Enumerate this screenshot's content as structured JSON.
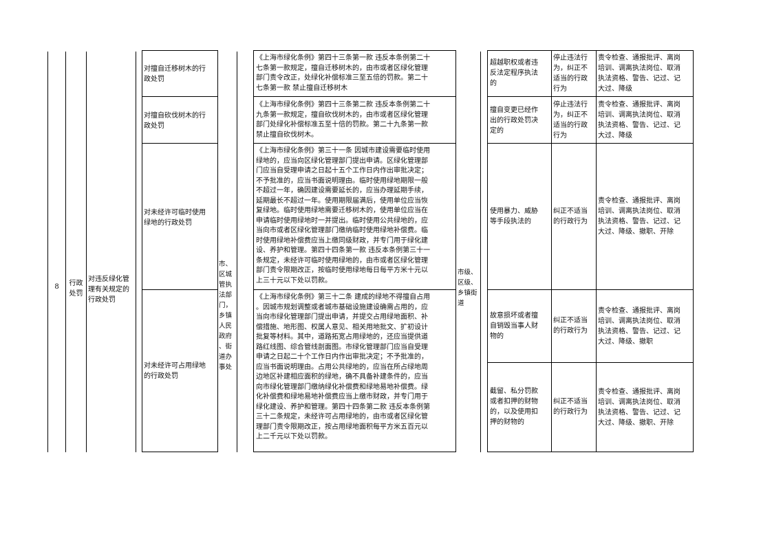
{
  "row": {
    "number": "8",
    "category": "行政\n处罚",
    "item": "对违反绿化管\n理有关规定的\n行政处罚",
    "subject": "市、区城\n管执法部\n门，乡镇\n人民政府\n、街道办\n事处",
    "level": "市级、\n区级、\n乡镇街\n道"
  },
  "sub_items": [
    {
      "name": "对擅自迁移树木的行\n政处罚",
      "basis": "《上海市绿化条例》第四十三条第一款 违反本条例第二十\n七条第一款规定，擅自迁移树木的，由市或者区绿化管理\n部门责令改正，处绿化补偿标准三至五倍的罚款。第二十\n七条第一款 禁止擅自迁移树木"
    },
    {
      "name": "对擅自砍伐树木的行\n政处罚",
      "basis": "《上海市绿化条例》第四十三条第二款 违反本条例第二十\n九条第一款规定，擅自砍伐树木的，由市或者区绿化管理\n部门处绿化补偿标准五至十倍的罚款。第二十九条第一款\n禁止擅自砍伐树木。"
    },
    {
      "name": "对未经许可临时使用\n绿地的行政处罚",
      "basis": "《上海市绿化条例》第三十一条 因城市建设需要临时使用\n绿地的，应当向区绿化管理部门提出申请。区绿化管理部\n门应当自受理申请之日起十五个工作日内作出审批决定；\n不予批准的，应当书面说明理由。临时使用绿地期限一般\n不超过一年，确因建设需要延长的，应当办理延期手续，\n延期最长不超过一年。使用期限届满后，使用单位应当恢\n复绿地。临时使用绿地需要迁移树木的，使用单位应当在\n申请临时使用绿地时一并提出。临时使用公共绿地的，应\n当向市或者区绿化管理部门缴纳临时使用绿地补偿费。临\n时使用绿地补偿费应当上缴同级财政，并专门用于绿化建\n设、养护和管理。第四十四条第一款 违反本条例第三十一\n条规定，未经许可临时使用绿地的，由市或者区绿化管理\n部门责令限期改正，按临时使用绿地每日每平方米十元以\n上三十元以下处以罚款。"
    },
    {
      "name": "对未经许可占用绿地\n的行政处罚",
      "basis": "《上海市绿化条例》第三十二条 建成的绿地不得擅自占用\n。因城市规划调整或者城市基础设施建设确需占用的，应\n当向市绿化管理部门提出申请，并提交占用绿地面积、补\n偿措施、地形图、权属人意见、相关用地批文、扩初设计\n批复等材料。其中，道路拓宽占用绿地的，还应当提供道\n路红线图、综合管线剖面图。市绿化管理部门应当自受理\n申请之日起二十个工作日内作出审批决定；不予批准的，\n应当书面说明理由。占用公共绿地的，应当在所占绿地周\n边地区补建相应面积的绿地，确不具备补建条件的，应当\n向市绿化管理部门缴纳绿化补偿费和绿地易地补偿费。绿\n化补偿费和绿地易地补偿费应当上缴市财政，并专门用于\n绿化建设、养护和管理。第四十四条第二款 违反本条例第\n三十二条规定，未经许可占用绿地的，由市或者区绿化管\n理部门责令限期改正，按占用绿地面积每平方米五百元以\n上二千元以下处以罚款。"
    }
  ],
  "responsibilities": [
    {
      "circumstance": "超越职权或者违\n反法定程序执法\n的",
      "violation": "停止违法行\n为，纠正不\n适当的行政\n行为",
      "sanction": "责令检查、通报批评、离岗\n培训、调离执法岗位、取消\n执法资格、警告、记过、记\n大过、降级"
    },
    {
      "circumstance": "擅自变更已经作\n出的行政处罚决\n定的",
      "violation": "停止违法行\n为，纠正不\n适当的行政\n行为",
      "sanction": "责令检查、通报批评、离岗\n培训、调离执法岗位、取消\n执法资格、警告、记过、记\n大过、降级"
    },
    {
      "circumstance": "使用暴力、威胁\n等手段执法的",
      "violation": "纠正不适当\n的行政行为",
      "sanction": "责令检查、通报批评、离岗\n培训、调离执法岗位、取消\n执法资格、警告、记过、记\n大过、降级、撤职、开除"
    },
    {
      "circumstance": "故意损坏或者擅\n自销毁当事人财\n物的",
      "violation": "纠正不适当\n的行政行为",
      "sanction": "责令检查、通报批评、离岗\n培训、调离执法岗位、取消\n执法资格、警告、记过、记\n大过、降级、撤职"
    },
    {
      "circumstance": "截留、私分罚款\n或者扣押的财物\n的，以及使用扣\n押的财物的",
      "violation": "纠正不适当\n的行政行为",
      "sanction": "责令检查、通报批评、离岗\n培训、调离执法岗位、取消\n执法资格、警告、记过、记\n大过、降级、撤职、开除"
    }
  ]
}
